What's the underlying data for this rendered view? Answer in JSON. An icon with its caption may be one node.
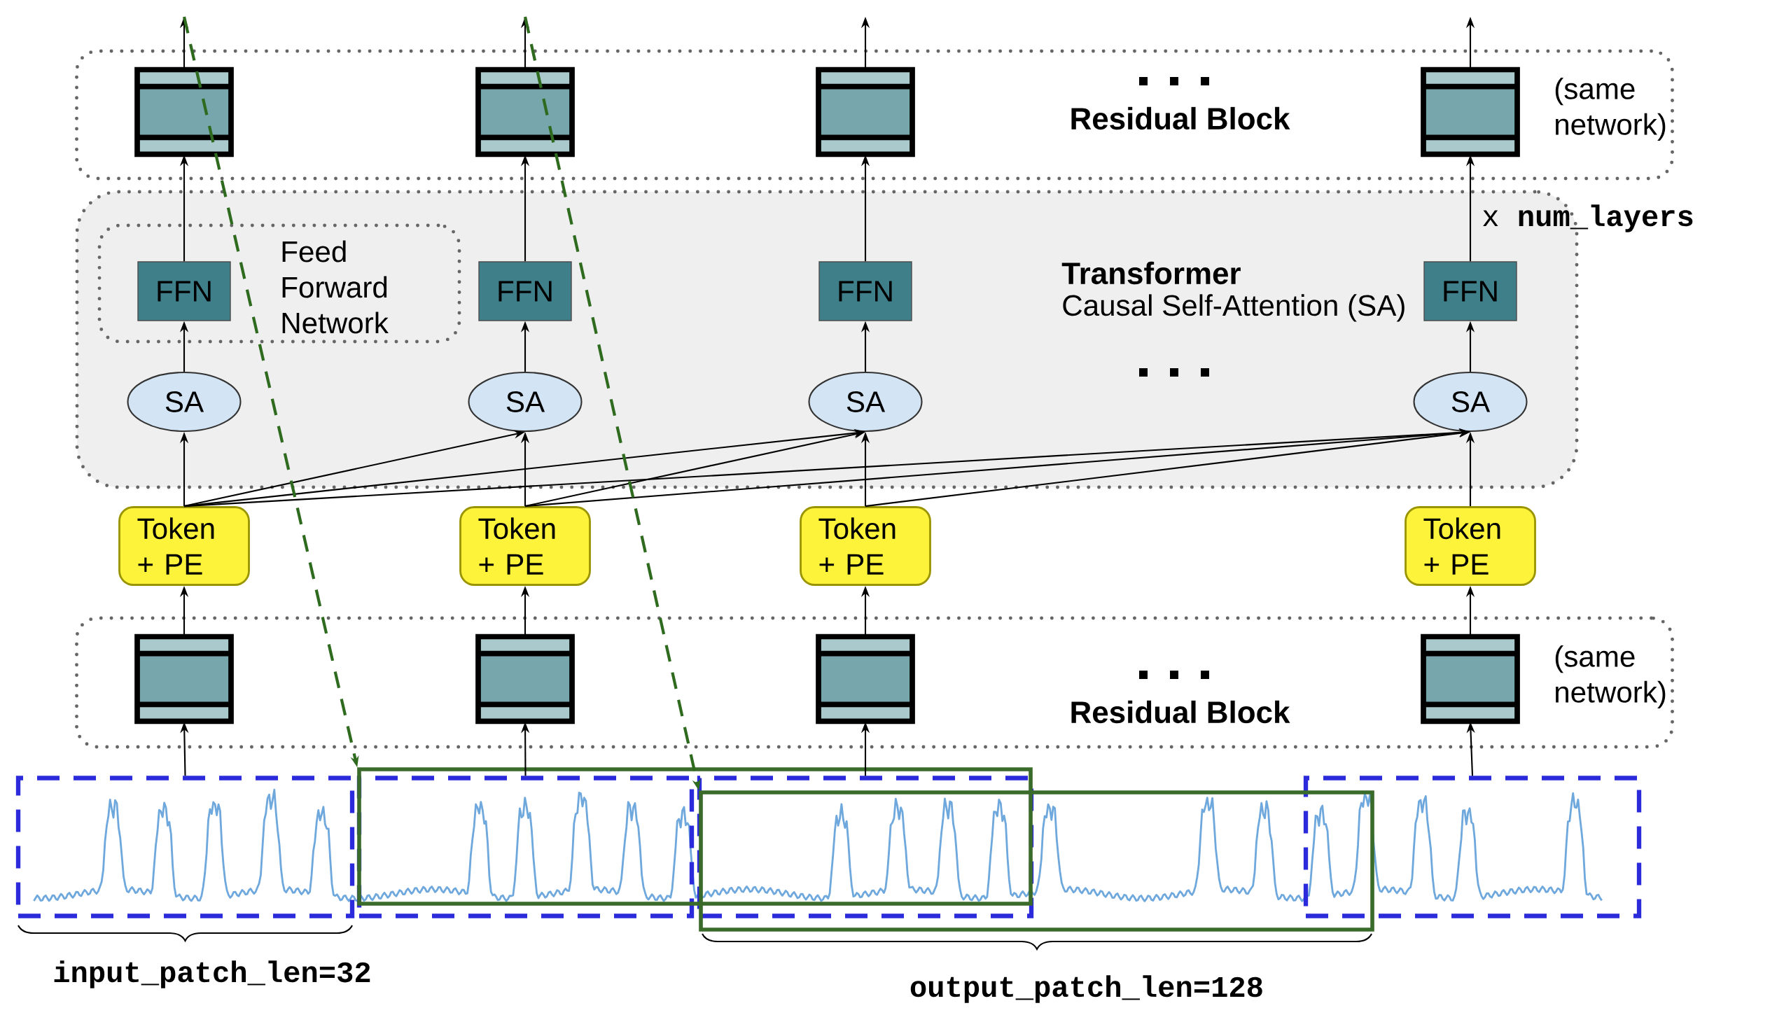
{
  "diagram": {
    "nodes": [
      {
        "text": [
          "Residual Block",
          "(same network)"
        ]
      },
      {
        "text": [],
        "shape": "box",
        "in": 0
      },
      {
        "text": [],
        "shape": "box",
        "in": 0
      },
      {
        "text": [],
        "shape": "box",
        "in": 0
      },
      {
        "text": [],
        "shape": "box",
        "in": 0
      },
      {
        "text": [
          "Transformer",
          "Causal Self-Attention (SA)"
        ]
      },
      {
        "text": [
          "Feed Forward Network"
        ],
        "in": 5
      },
      {
        "text": [
          "FFN"
        ],
        "in": 6
      },
      {
        "text": [
          "FFN"
        ],
        "in": 5
      },
      {
        "text": [
          "FFN"
        ],
        "in": 5
      },
      {
        "text": [
          "FFN"
        ],
        "in": 5
      },
      {
        "text": [
          "SA"
        ],
        "in": 5
      },
      {
        "text": [
          "SA"
        ],
        "in": 5
      },
      {
        "text": [
          "SA"
        ],
        "in": 5
      },
      {
        "text": [
          "SA"
        ],
        "in": 5
      },
      {
        "text": [
          "Token + PE"
        ]
      },
      {
        "text": [
          "Token + PE"
        ]
      },
      {
        "text": [
          "Token + PE"
        ]
      },
      {
        "text": [
          "Token + PE"
        ]
      },
      {
        "text": [
          "Residual Block",
          "(same network)"
        ]
      },
      {
        "text": [],
        "shape": "box",
        "in": 19
      },
      {
        "text": [],
        "shape": "box",
        "in": 19
      },
      {
        "text": [],
        "shape": "box",
        "in": 19
      },
      {
        "text": [],
        "shape": "box",
        "in": 19
      },
      {
        "text": [],
        "shape": "box"
      },
      {
        "text": [],
        "shape": "box"
      },
      {
        "text": [],
        "shape": "box"
      },
      {
        "text": [],
        "shape": "box"
      },
      {
        "text": [],
        "shape": "box"
      },
      {
        "text": [],
        "shape": "box"
      }
    ],
    "edges": [
      {
        "from": 1,
        "to": null,
        "arrow": "to"
      },
      {
        "from": 2,
        "to": null,
        "arrow": "to"
      },
      {
        "from": 3,
        "to": null,
        "arrow": "to"
      },
      {
        "from": 4,
        "to": null,
        "arrow": "to"
      },
      {
        "from": 7,
        "to": 1,
        "arrow": "to"
      },
      {
        "from": 8,
        "to": 2,
        "arrow": "to"
      },
      {
        "from": 9,
        "to": 3,
        "arrow": "to"
      },
      {
        "from": 10,
        "to": 4,
        "arrow": "to"
      },
      {
        "from": 11,
        "to": 7,
        "arrow": "to"
      },
      {
        "from": 12,
        "to": 8,
        "arrow": "to"
      },
      {
        "from": 13,
        "to": 9,
        "arrow": "to"
      },
      {
        "from": 14,
        "to": 10,
        "arrow": "to"
      },
      {
        "from": 15,
        "to": 11,
        "arrow": "to"
      },
      {
        "from": 15,
        "to": 12,
        "arrow": "to"
      },
      {
        "from": 15,
        "to": 13,
        "arrow": "to"
      },
      {
        "from": 15,
        "to": 14,
        "arrow": "to"
      },
      {
        "from": 16,
        "to": 12,
        "arrow": "to"
      },
      {
        "from": 16,
        "to": 13,
        "arrow": "to"
      },
      {
        "from": 16,
        "to": 14,
        "arrow": "to"
      },
      {
        "from": 17,
        "to": 13,
        "arrow": "to"
      },
      {
        "from": 17,
        "to": 14,
        "arrow": "to"
      },
      {
        "from": 18,
        "to": 14,
        "arrow": "to"
      },
      {
        "from": 20,
        "to": 15,
        "arrow": "to"
      },
      {
        "from": 21,
        "to": 16,
        "arrow": "to"
      },
      {
        "from": 22,
        "to": 17,
        "arrow": "to"
      },
      {
        "from": 23,
        "to": 18,
        "arrow": "to"
      },
      {
        "from": 24,
        "to": 20,
        "arrow": "to"
      },
      {
        "from": 25,
        "to": 21,
        "arrow": "to"
      },
      {
        "from": 26,
        "to": 22,
        "arrow": "to"
      },
      {
        "from": 27,
        "to": 23,
        "arrow": "to"
      },
      {
        "from": null,
        "to": 28,
        "arrow": "to",
        "style": "dashed",
        "color": "#2e6b1f"
      },
      {
        "from": null,
        "to": 29,
        "arrow": "to",
        "style": "dashed",
        "color": "#2e6b1f"
      }
    ],
    "labels": [
      "x **num_layers**",
      "input_patch_len=32",
      "output_patch_len=128"
    ]
  }
}
